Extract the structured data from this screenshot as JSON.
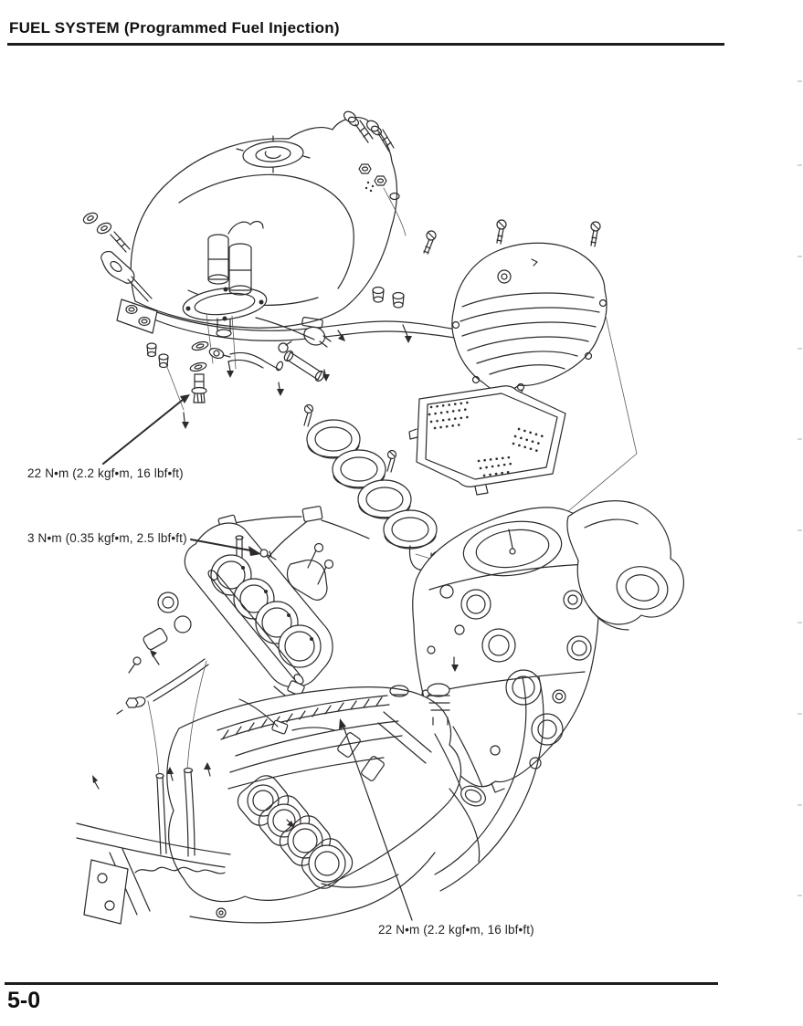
{
  "header": {
    "title": "FUEL SYSTEM (Programmed Fuel Injection)"
  },
  "annotations": [
    {
      "text": "22 N•m (2.2 kgf•m, 16 lbf•ft)"
    },
    {
      "text": "3 N•m (0.35 kgf•m, 2.5 lbf•ft)"
    },
    {
      "text": "22 N•m (2.2 kgf•m, 16 lbf•ft)"
    }
  ],
  "footer": {
    "page_number": "5-0"
  },
  "colors": {
    "ink": "#1c1c1c",
    "paper": "#ffffff"
  },
  "diagram_components": [
    "fuel-tank",
    "fuel-pump",
    "tank-mount-bracket",
    "mounting-bolts",
    "air-cleaner-cover",
    "air-filter-element",
    "velocity-stacks",
    "air-cleaner-housing",
    "intake-duct",
    "throttle-body-assembly",
    "fuel-hose-parts",
    "engine"
  ]
}
